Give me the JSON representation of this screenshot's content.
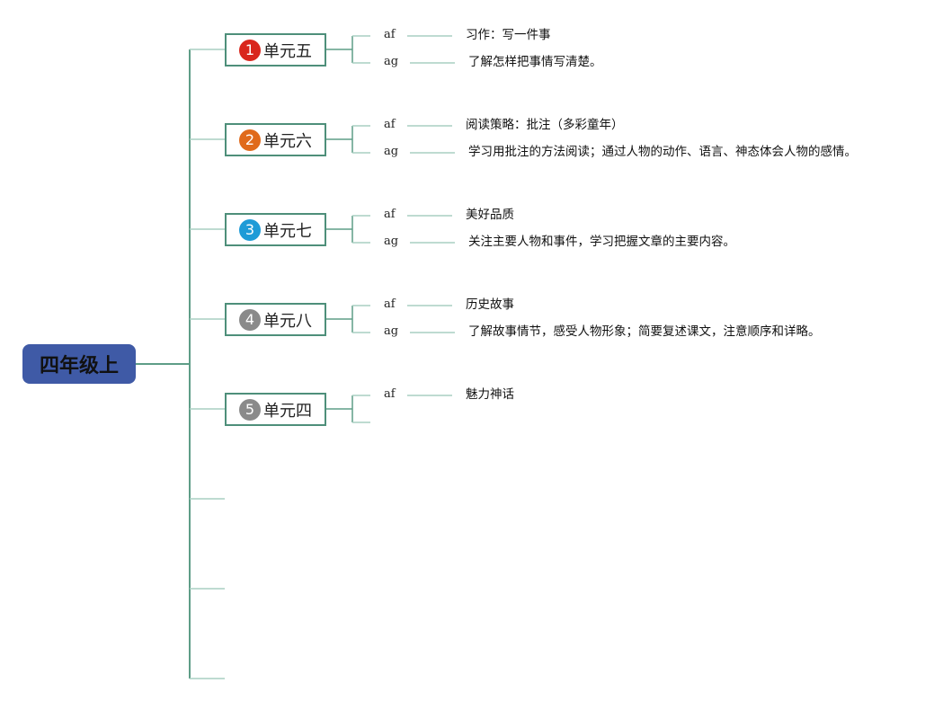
{
  "root": {
    "label": "四年级上"
  },
  "units": [
    {
      "number": "1",
      "label": "单元五",
      "badge_color": "#d9261c",
      "children": [
        {
          "tag": "af",
          "text": "习作：写一件事"
        },
        {
          "tag": "ag",
          "text": "了解怎样把事情写清楚。"
        }
      ]
    },
    {
      "number": "2",
      "label": "单元六",
      "badge_color": "#e06a1b",
      "children": [
        {
          "tag": "af",
          "text": "阅读策略：批注（多彩童年）"
        },
        {
          "tag": "ag",
          "text": "学习用批注的方法阅读；通过人物的动作、语言、神态体会人物的感情。"
        }
      ]
    },
    {
      "number": "3",
      "label": "单元七",
      "badge_color": "#1e9bd7",
      "children": [
        {
          "tag": "af",
          "text": "美好品质"
        },
        {
          "tag": "ag",
          "text": "关注主要人物和事件，学习把握文章的主要内容。"
        }
      ]
    },
    {
      "number": "4",
      "label": "单元八",
      "badge_color": "#8a8a8a",
      "children": [
        {
          "tag": "af",
          "text": "历史故事"
        },
        {
          "tag": "ag",
          "text": "了解故事情节，感受人物形象；简要复述课文，注意顺序和详略。"
        }
      ]
    },
    {
      "number": "5",
      "label": "单元四",
      "badge_color": "#8a8a8a",
      "children": [
        {
          "tag": "af",
          "text": "魅力神话"
        },
        {
          "tag": "",
          "text": ""
        }
      ]
    }
  ],
  "colors": {
    "connector": "#5e9d87",
    "leaf_line": "#a9cfc2",
    "root_fill": "#3f5aa6"
  }
}
